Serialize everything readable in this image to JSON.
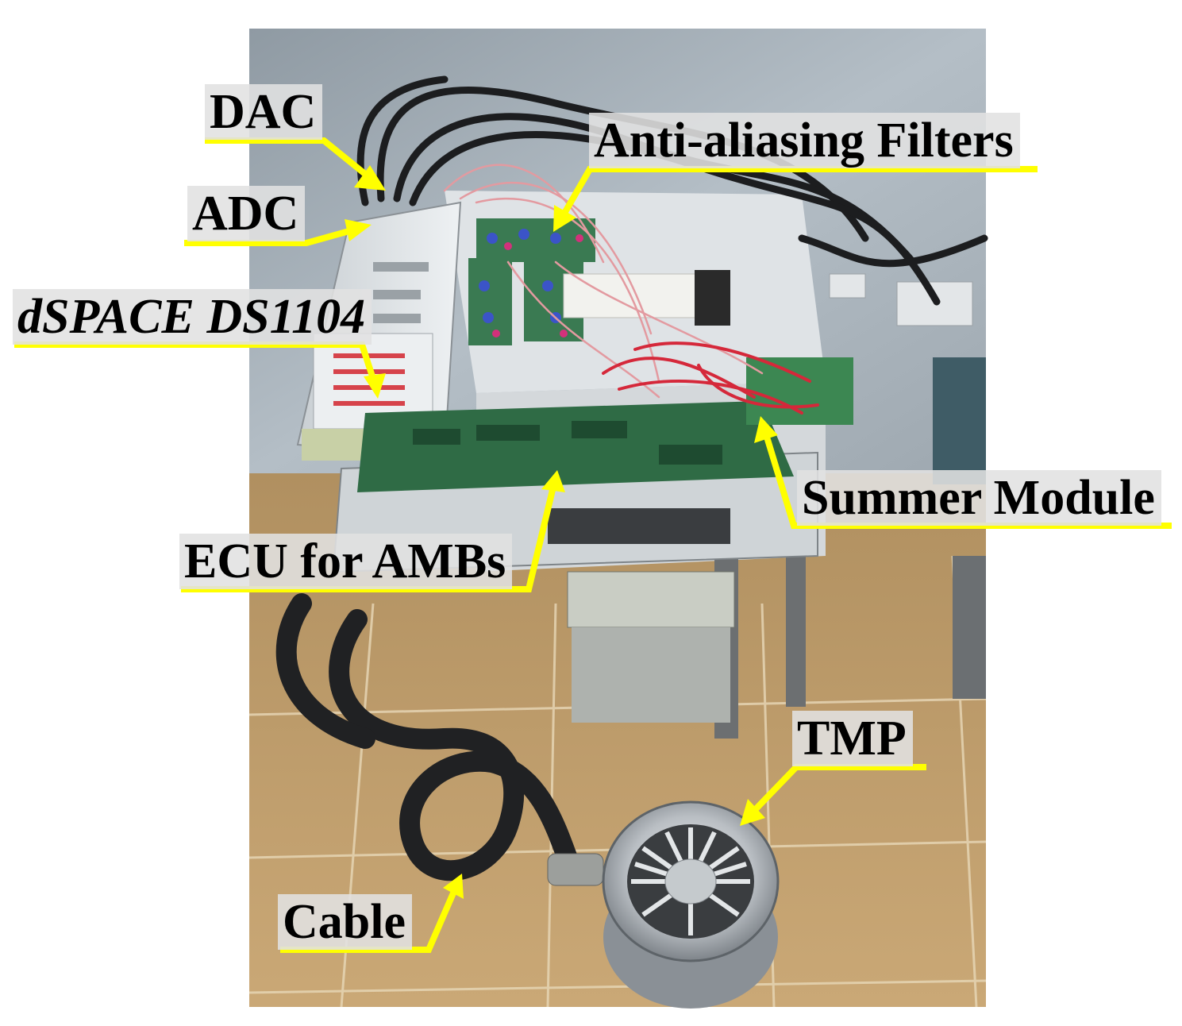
{
  "figure": {
    "description_colors": {
      "annotation": "#ffff00",
      "label_background": "#e1e1e1",
      "label_text": "#000000"
    },
    "labels": {
      "dac": "DAC",
      "adc": "ADC",
      "dspace": "dSPACE DS1104",
      "filters": "Anti-aliasing Filters",
      "summer": "Summer Module",
      "ecu": "ECU for AMBs",
      "tmp": "TMP",
      "cable": "Cable"
    }
  }
}
